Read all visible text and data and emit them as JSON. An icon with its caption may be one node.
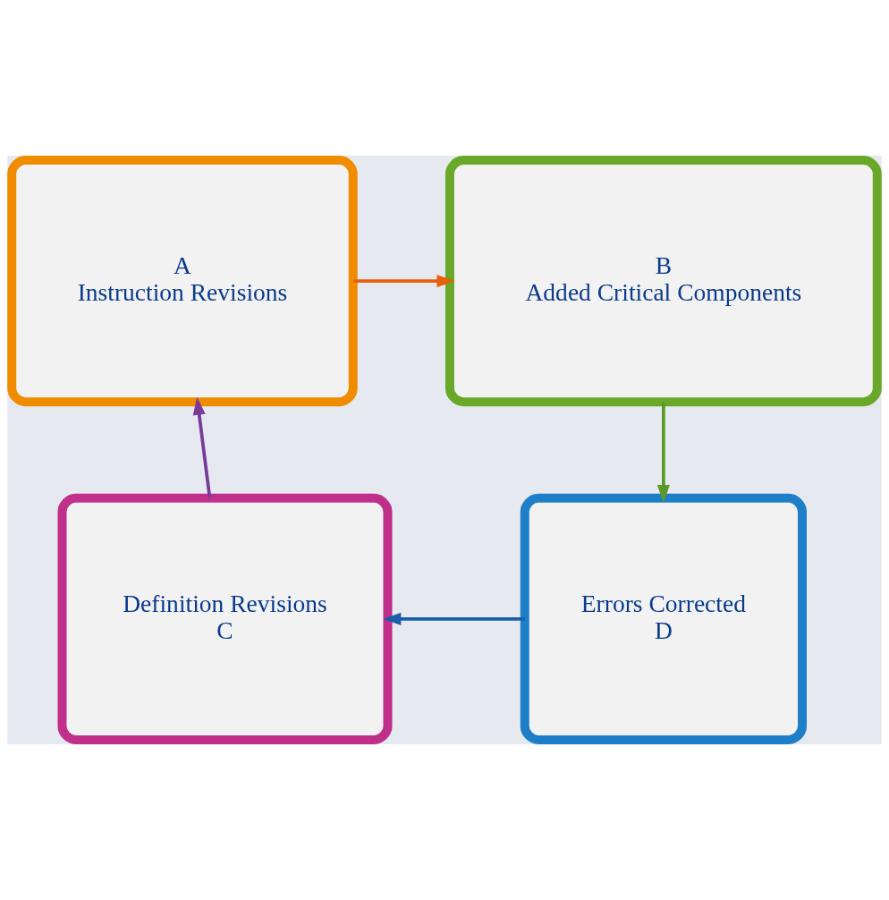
{
  "diagram": {
    "nodes": [
      {
        "text": [
          "A",
          "Instruction Revisions"
        ]
      },
      {
        "text": [
          "B",
          "Added Critical Components"
        ]
      },
      {
        "text": [
          "Definition Revisions",
          "C"
        ]
      },
      {
        "text": [
          "Errors Corrected",
          "D"
        ]
      }
    ],
    "edges": [
      {
        "from": 0,
        "to": 1,
        "arrow": "to",
        "color": "#e8600c"
      },
      {
        "from": 1,
        "to": 3,
        "arrow": "to",
        "color": "#5a9a28"
      },
      {
        "from": 3,
        "to": 2,
        "arrow": "to",
        "color": "#1a5fa8"
      },
      {
        "from": 2,
        "to": 0,
        "arrow": "to",
        "color": "#7a3a9a"
      }
    ]
  }
}
